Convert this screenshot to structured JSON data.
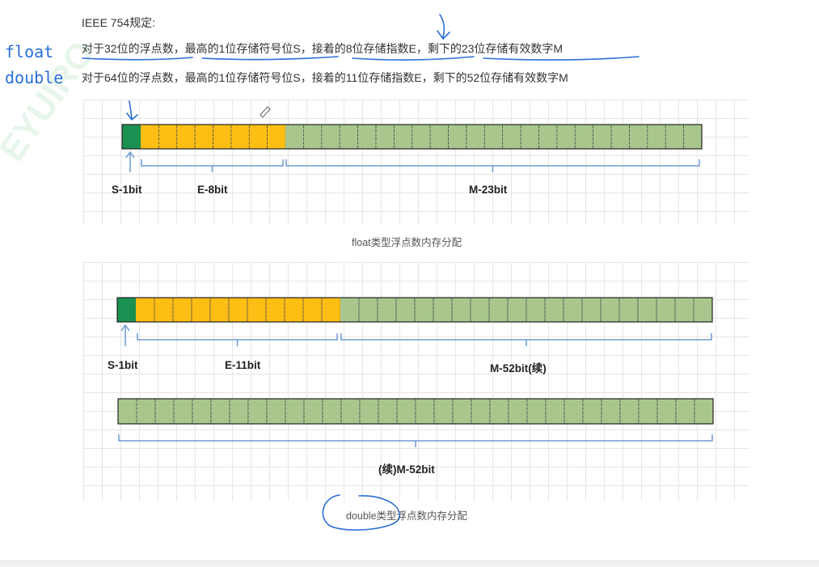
{
  "title": "IEEE 754规定:",
  "rules": {
    "float_rule": "对于32位的浮点数，最高的1位存储符号位S，接着的8位存储指数E，剩下的23位存储有效数字M",
    "double_rule": "对于64位的浮点数，最高的1位存储符号位S，接着的11位存储指数E，剩下的52位存储有效数字M"
  },
  "handwriting": {
    "float": "float",
    "double": "double"
  },
  "watermark": "EYUIRO",
  "colors": {
    "sign": "#1a9150",
    "exponent": "#ffbe14",
    "mantissa": "#a9c78d",
    "bracket": "#6f9ad2",
    "ink": "#2b6fd6"
  },
  "float_diagram": {
    "labels": {
      "sign": "S-1bit",
      "exponent": "E-8bit",
      "mantissa": "M-23bit"
    },
    "caption": "float类型浮点数内存分配",
    "bits": {
      "sign": 1,
      "exponent": 8,
      "mantissa": 23
    }
  },
  "double_diagram": {
    "labels": {
      "sign": "S-1bit",
      "exponent": "E-11bit",
      "mantissa": "M-52bit(续)",
      "continued": "(续)M-52bit"
    },
    "caption": "double类型浮点数内存分配",
    "bits": {
      "sign": 1,
      "exponent": 11,
      "mantissa_row1": 20,
      "mantissa_row2": 32
    }
  }
}
